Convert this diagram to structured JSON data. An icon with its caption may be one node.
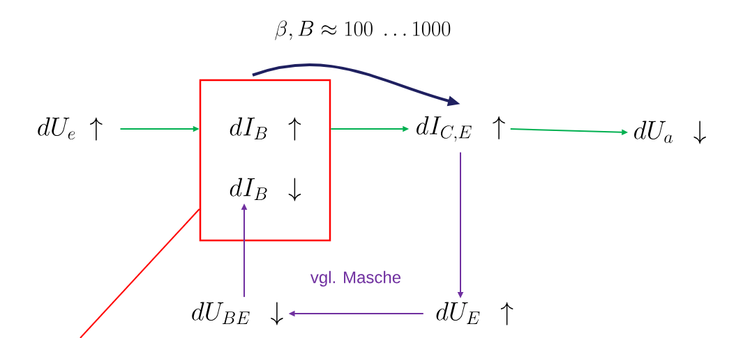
{
  "diagram": {
    "nodes": [
      {
        "text": [
          "dU_e\\ \\uparrow"
        ]
      },
      {
        "text": [],
        "shape": "box"
      },
      {
        "text": [
          "dI_B\\ \\ \\uparrow"
        ],
        "in": 1
      },
      {
        "text": [
          "dI_B\\ \\ \\downarrow"
        ],
        "in": 1
      },
      {
        "text": [
          "dI_{C,E}\\ \\ \\uparrow"
        ]
      },
      {
        "text": [
          "dU_a\\ \\ \\downarrow"
        ]
      },
      {
        "text": [
          "dU_E\\ \\ \\uparrow"
        ]
      },
      {
        "text": [
          "dU_{BE}\\ \\ \\downarrow"
        ]
      }
    ],
    "edges": [
      {
        "from": 0,
        "to": 1,
        "arrow": "to",
        "color": "#00b050"
      },
      {
        "from": 1,
        "to": 4,
        "arrow": "to",
        "color": "#00b050"
      },
      {
        "from": 4,
        "to": 5,
        "arrow": "to",
        "color": "#00b050"
      },
      {
        "from": 1,
        "to": 4,
        "arrow": "to",
        "style": "thick",
        "color": "#1f2060",
        "label": "\\beta, B \\approx 100\\ \\ldots 1000"
      },
      {
        "from": 4,
        "to": 6,
        "arrow": "to",
        "color": "#7030a0"
      },
      {
        "from": 6,
        "to": 7,
        "arrow": "to",
        "color": "#7030a0",
        "label": "vgl. Masche"
      },
      {
        "from": 7,
        "to": 3,
        "arrow": "to",
        "color": "#7030a0"
      },
      {
        "from": 1,
        "to": null,
        "arrow": "none",
        "color": "#ff0000"
      }
    ]
  }
}
